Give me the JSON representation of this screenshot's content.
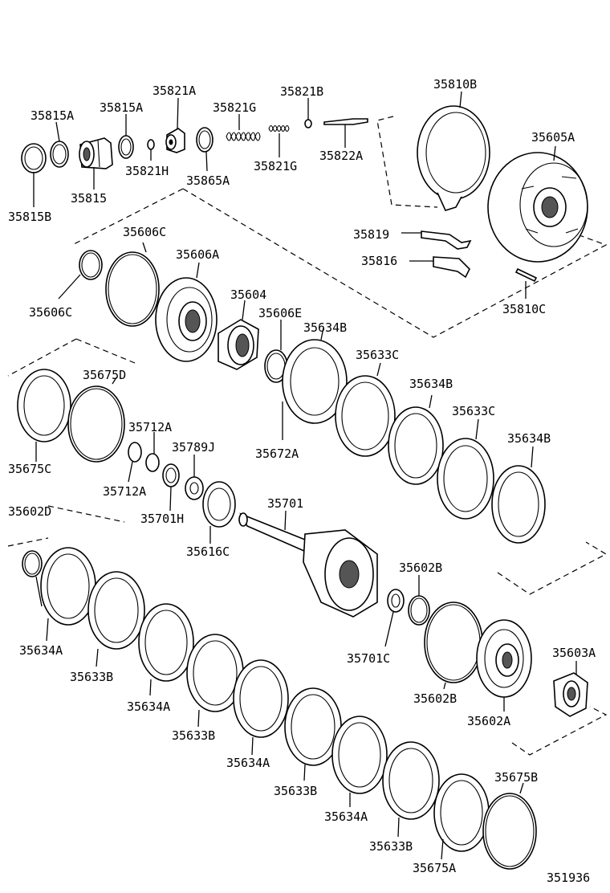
{
  "diagram": {
    "labels": {
      "p35815A_1": "35815A",
      "p35815A_2": "35815A",
      "p35821A": "35821A",
      "p35821G_1": "35821G",
      "p35821B": "35821B",
      "p35810B": "35810B",
      "p35605A": "35605A",
      "p35815": "35815",
      "p35821H": "35821H",
      "p35865A": "35865A",
      "p35821G_2": "35821G",
      "p35822A": "35822A",
      "p35815B": "35815B",
      "p35819": "35819",
      "p35816": "35816",
      "p35810C": "35810C",
      "p35606C_1": "35606C",
      "p35606A": "35606A",
      "p35604": "35604",
      "p35606E": "35606E",
      "p35634B_1": "35634B",
      "p35606C_2": "35606C",
      "p35633C_1": "35633C",
      "p35675D": "35675D",
      "p35634B_2": "35634B",
      "p35633C_2": "35633C",
      "p35634B_3": "35634B",
      "p35712A_1": "35712A",
      "p35789J": "35789J",
      "p35672A": "35672A",
      "p35675C": "35675C",
      "p35712A_2": "35712A",
      "p35701H": "35701H",
      "p35701": "35701",
      "p35602D": "35602D",
      "p35616C": "35616C",
      "p35602B_1": "35602B",
      "p35603A": "35603A",
      "p35634A_1": "35634A",
      "p35701C": "35701C",
      "p35633B_1": "35633B",
      "p35602B_2": "35602B",
      "p35634A_2": "35634A",
      "p35602A": "35602A",
      "p35633B_2": "35633B",
      "p35634A_3": "35634A",
      "p35633B_3": "35633B",
      "p35675B": "35675B",
      "p35634A_4": "35634A",
      "p35633B_4": "35633B",
      "p35675A": "35675A",
      "figure_number": "351936"
    }
  }
}
